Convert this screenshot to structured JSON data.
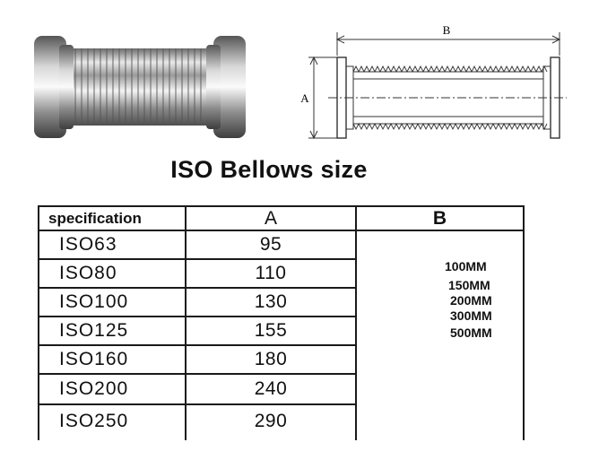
{
  "drawing": {
    "dim_b": "B",
    "dim_a": "A"
  },
  "title": "ISO Bellows size",
  "table": {
    "headers": {
      "spec": "specification",
      "a": "A",
      "b": "B"
    },
    "rows": [
      {
        "spec": "ISO63",
        "a": "95"
      },
      {
        "spec": "ISO80",
        "a": "110"
      },
      {
        "spec": "ISO100",
        "a": "130"
      },
      {
        "spec": "ISO125",
        "a": "155"
      },
      {
        "spec": "ISO160",
        "a": "180"
      },
      {
        "spec": "ISO200",
        "a": "240"
      },
      {
        "spec": "ISO250",
        "a": "290"
      }
    ],
    "b_values": [
      "100MM",
      "150MM",
      "200MM",
      "300MM",
      "500MM"
    ]
  }
}
